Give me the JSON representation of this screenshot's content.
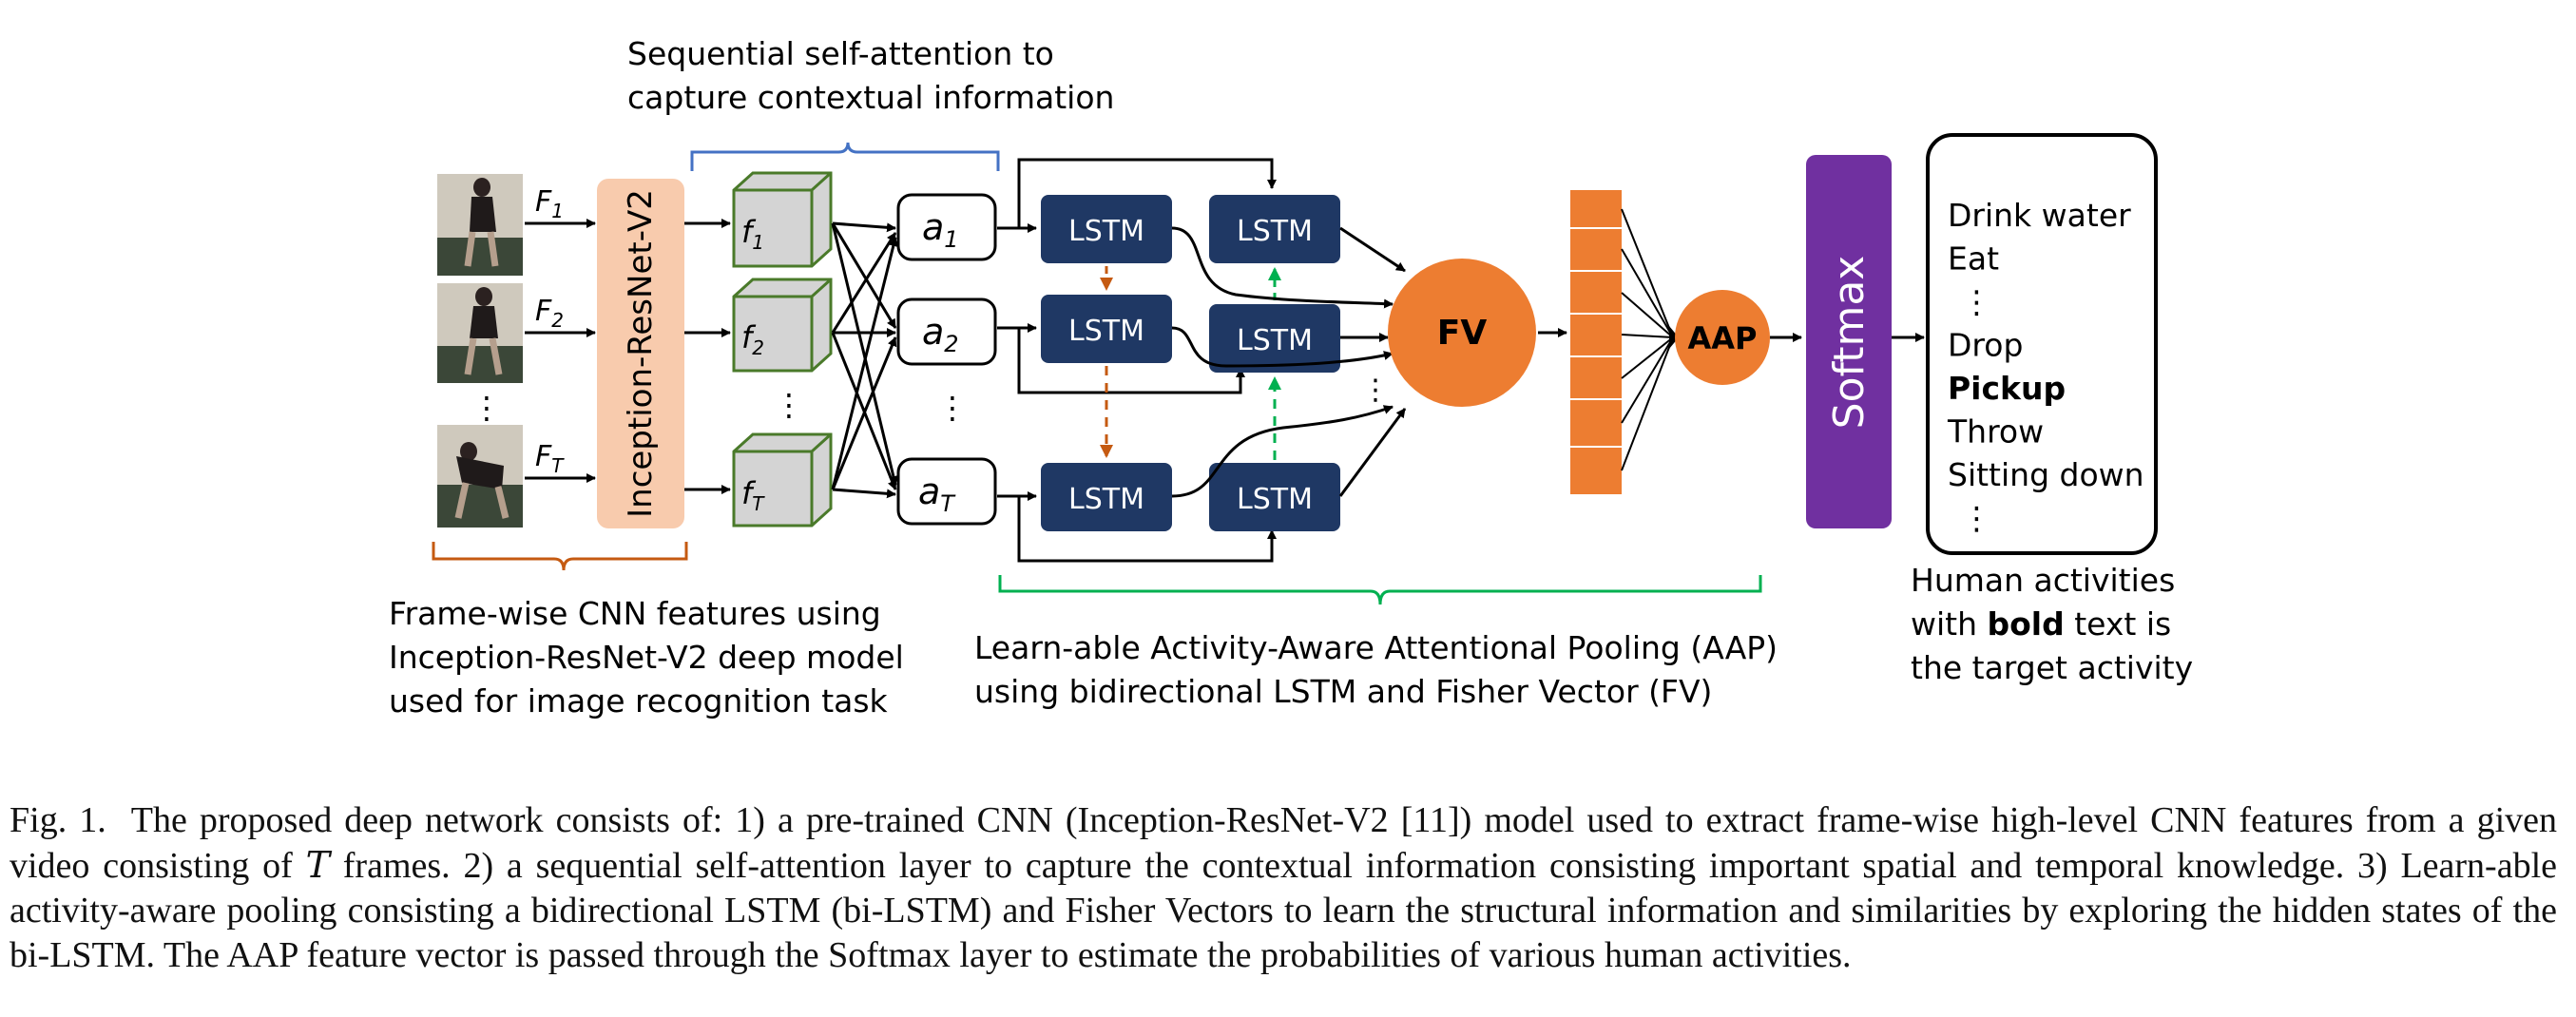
{
  "figure": {
    "top_annotation": [
      "Sequential self-attention to",
      "capture contextual information"
    ],
    "frame_labels": [
      {
        "base": "F",
        "sub": "1"
      },
      {
        "base": "F",
        "sub": "2"
      },
      {
        "base": "F",
        "sub": "T"
      }
    ],
    "cnn_label": "Inception-ResNet-V2",
    "feature_labels": [
      {
        "base": "f",
        "sub": "1"
      },
      {
        "base": "f",
        "sub": "2"
      },
      {
        "base": "f",
        "sub": "T"
      }
    ],
    "attention_labels": [
      {
        "base": "a",
        "sub": "1"
      },
      {
        "base": "a",
        "sub": "2"
      },
      {
        "base": "a",
        "sub": "T"
      }
    ],
    "ellipsis": "⋮",
    "lstm_label": "LSTM",
    "fv_label": "FV",
    "aap_label": "AAP",
    "softmax_label": "Softmax",
    "activities": [
      {
        "text": "Drink water",
        "bold": false
      },
      {
        "text": "Eat",
        "bold": false
      },
      {
        "text": "⋮",
        "bold": false
      },
      {
        "text": "Drop",
        "bold": false
      },
      {
        "text": "Pickup",
        "bold": true
      },
      {
        "text": "Throw",
        "bold": false
      },
      {
        "text": "Sitting down",
        "bold": false
      },
      {
        "text": "⋮",
        "bold": false
      }
    ],
    "cnn_annotation": [
      "Frame-wise CNN features using",
      "Inception-ResNet-V2 deep model",
      "used for image recognition task"
    ],
    "aap_annotation": [
      "Learn-able Activity-Aware Attentional Pooling (AAP)",
      "using bidirectional LSTM and Fisher Vector (FV)"
    ],
    "activities_annotation": {
      "line1": "Human activities",
      "line2_prefix": "with ",
      "line2_bold": "bold",
      "line2_suffix": " text is",
      "line3": "the target activity"
    },
    "colors": {
      "cnn_box": "#f8cbad",
      "feature_cube_fill": "#d4d4d4",
      "feature_cube_stroke": "#4a7a2a",
      "lstm_box": "#1f3864",
      "fv_circle": "#ed7d31",
      "aap_circle": "#ed7d31",
      "pool_bar": "#ed7d31",
      "softmax_box": "#7030a0",
      "brace_blue": "#4472c4",
      "brace_orange": "#c55a11",
      "brace_green": "#00b050",
      "arrow_orange": "#c55a11",
      "arrow_green": "#00b050"
    }
  },
  "caption": {
    "fig_label": "Fig. 1.",
    "before_T": "The proposed deep network consists of: 1) a pre-trained CNN (Inception-ResNet-V2 [11]) model used to extract frame-wise high-level CNN features from a given video consisting of ",
    "T": "T",
    "after_T": " frames. 2) a sequential self-attention layer to capture the contextual information consisting important spatial and temporal knowledge. 3) Learn-able activity-aware pooling consisting a bidirectional LSTM (bi-LSTM) and Fisher Vectors to learn the structural information and similarities by exploring the hidden states of the bi-LSTM. The AAP feature vector is passed through the Softmax layer to estimate the probabilities of various human activities."
  }
}
